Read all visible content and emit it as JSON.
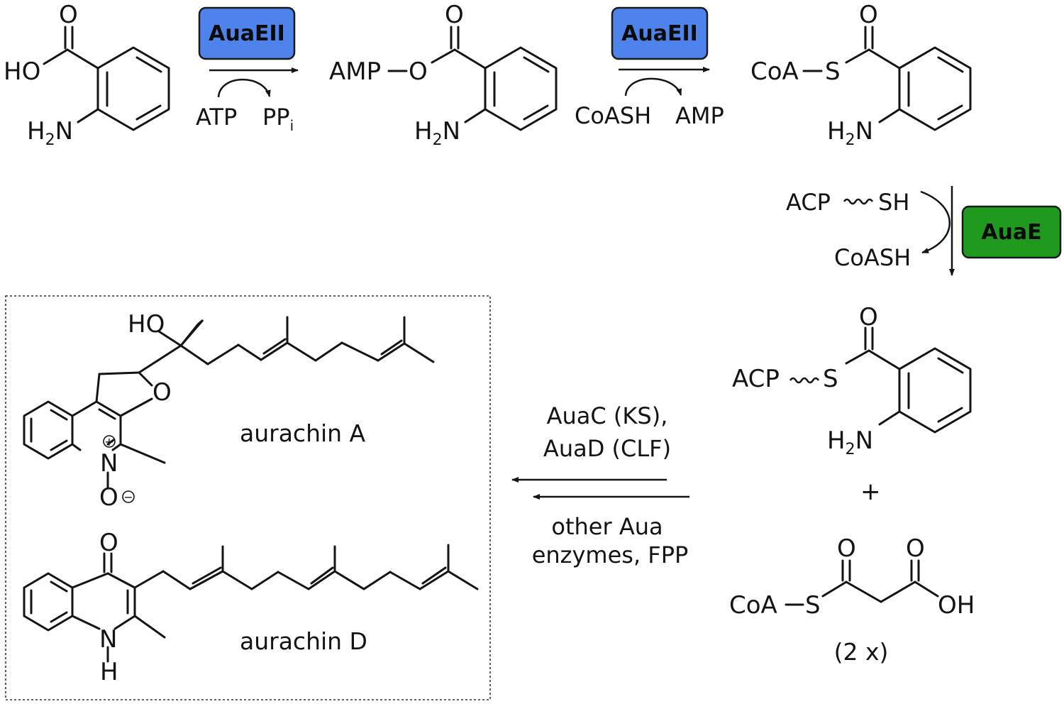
{
  "enzymes": {
    "adenylation": "AuaEII",
    "thioesterification": "AuaEII",
    "transfer": "AuaE"
  },
  "colors": {
    "auaeii_box": "#4f83ec",
    "auae_box": "#1f9a1f",
    "ink": "#141414"
  },
  "step1": {
    "substrate": "ATP",
    "byproduct": "PP",
    "byproduct_subscript": "i"
  },
  "step2": {
    "substrate": "CoASH",
    "byproduct": "AMP"
  },
  "step3": {
    "substrate_left": "ACP",
    "substrate_right": "SH",
    "byproduct": "CoASH"
  },
  "step4": {
    "line1": "AuaC (KS),",
    "line2": "AuaD (CLF)",
    "line3": "other Aua",
    "line4": "enzymes, FPP"
  },
  "mol_anthranilic": {
    "ho": "HO",
    "o": "O",
    "nh2": "H",
    "nh2_sub": "2",
    "nh2_n": "N"
  },
  "mol_amp": {
    "amp": "AMP",
    "o_link": "O",
    "o": "O",
    "nh2": "H",
    "nh2_sub": "2",
    "nh2_n": "N"
  },
  "mol_coa": {
    "coa": "CoA",
    "s": "S",
    "o": "O",
    "nh2": "H",
    "nh2_sub": "2",
    "nh2_n": "N"
  },
  "mol_acp": {
    "acp": "ACP",
    "s": "S",
    "o": "O",
    "nh2": "H",
    "nh2_sub": "2",
    "nh2_n": "N"
  },
  "plus": "+",
  "mol_malonyl": {
    "coa": "CoA",
    "s": "S",
    "o1": "O",
    "o2": "O",
    "oh": "OH",
    "multiplier": "(2 x)"
  },
  "aurachin_a": {
    "name": "aurachin A",
    "ho": "HO",
    "ring_o": "O",
    "n": "N",
    "o_minus": "O",
    "plus_charge": "+",
    "minus_charge": "−"
  },
  "aurachin_d": {
    "name": "aurachin D",
    "o": "O",
    "n": "N",
    "h": "H"
  }
}
